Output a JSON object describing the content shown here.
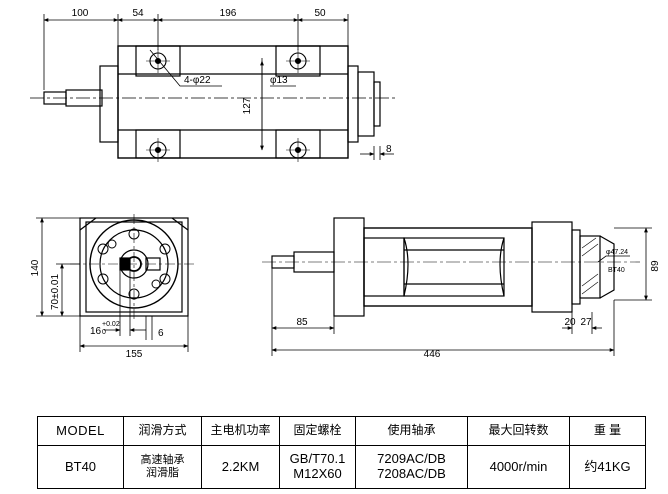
{
  "drawing": {
    "top_view": {
      "dims": [
        "100",
        "54",
        "196",
        "50",
        "127",
        "8"
      ],
      "labels": [
        "4-φ22",
        "φ13"
      ]
    },
    "front_view": {
      "dims": [
        "140",
        "70±0.01",
        "16",
        "+0.02",
        "0",
        "6",
        "155"
      ]
    },
    "side_view": {
      "dims": [
        "89",
        "85",
        "20",
        "27",
        "446"
      ],
      "labels": [
        "φ47.24",
        "BT40"
      ]
    }
  },
  "table": {
    "headers": [
      "MODEL",
      "润滑方式",
      "主电机功率",
      "固定螺栓",
      "使用轴承",
      "最大回转数",
      "重 量"
    ],
    "row": {
      "model": "BT40",
      "lubrication": [
        "高速轴承",
        "润滑脂"
      ],
      "power": "2.2KM",
      "bolts": [
        "GB/T70.1",
        "M12X60"
      ],
      "bearings": [
        "7209AC/DB",
        "7208AC/DB"
      ],
      "max_speed": "4000r/min",
      "weight": "约41KG"
    }
  }
}
